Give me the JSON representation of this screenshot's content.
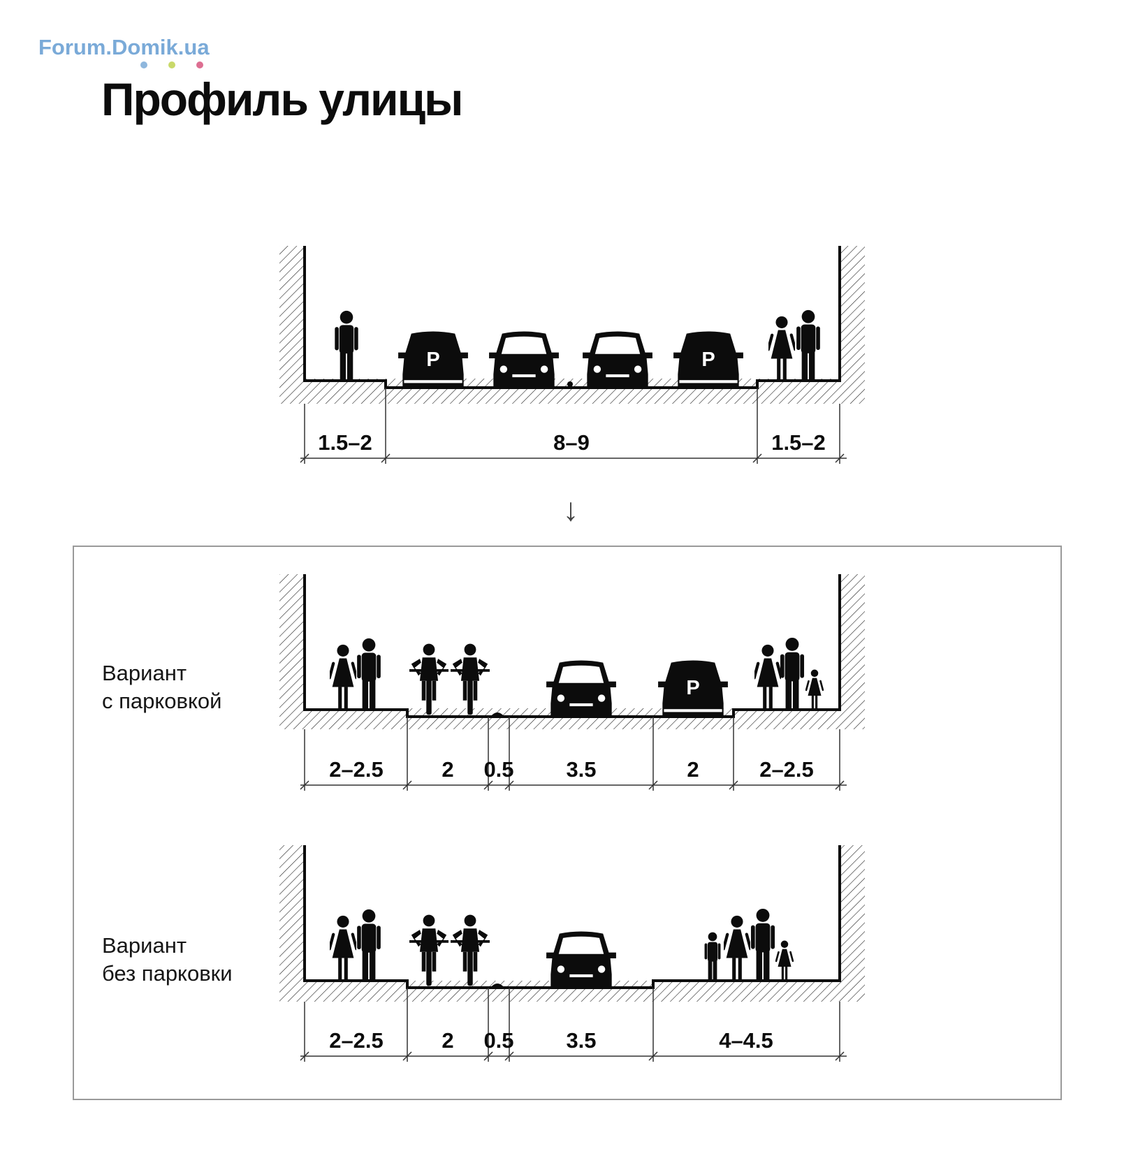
{
  "logo": {
    "text": "Forum.Domik.ua",
    "dot_colors": [
      "#8fb7dd",
      "#c9d96a",
      "#dd6f92"
    ]
  },
  "title": "Профиль улицы",
  "arrow": "↓",
  "sections": {
    "current": {
      "dimensions": [
        "1.5–2",
        "8–9",
        "1.5–2"
      ],
      "parking_sign": "P"
    },
    "proposed": {
      "variant_parking": {
        "label_line1": "Вариант",
        "label_line2": "с парковкой",
        "dimensions": [
          "2–2.5",
          "2",
          "0.5",
          "3.5",
          "2",
          "2–2.5"
        ],
        "parking_sign": "P"
      },
      "variant_no_parking": {
        "label_line1": "Вариант",
        "label_line2": "без парковки",
        "dimensions": [
          "2–2.5",
          "2",
          "0.5",
          "3.5",
          "4–4.5"
        ]
      }
    }
  },
  "colors": {
    "ink": "#0c0c0c",
    "frame": "#9a9a9a"
  }
}
